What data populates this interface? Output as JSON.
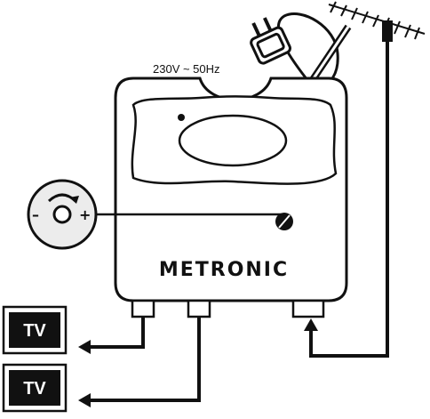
{
  "power_label": "230V ~ 50Hz",
  "brand": "METRONIC",
  "knob": {
    "minus": "–",
    "plus": "+"
  },
  "tvs": [
    {
      "label": "TV"
    },
    {
      "label": "TV"
    }
  ],
  "colors": {
    "stroke": "#111111",
    "body_fill": "#ffffff",
    "dial_fill": "#ececec",
    "tv_screen": "#111111"
  }
}
